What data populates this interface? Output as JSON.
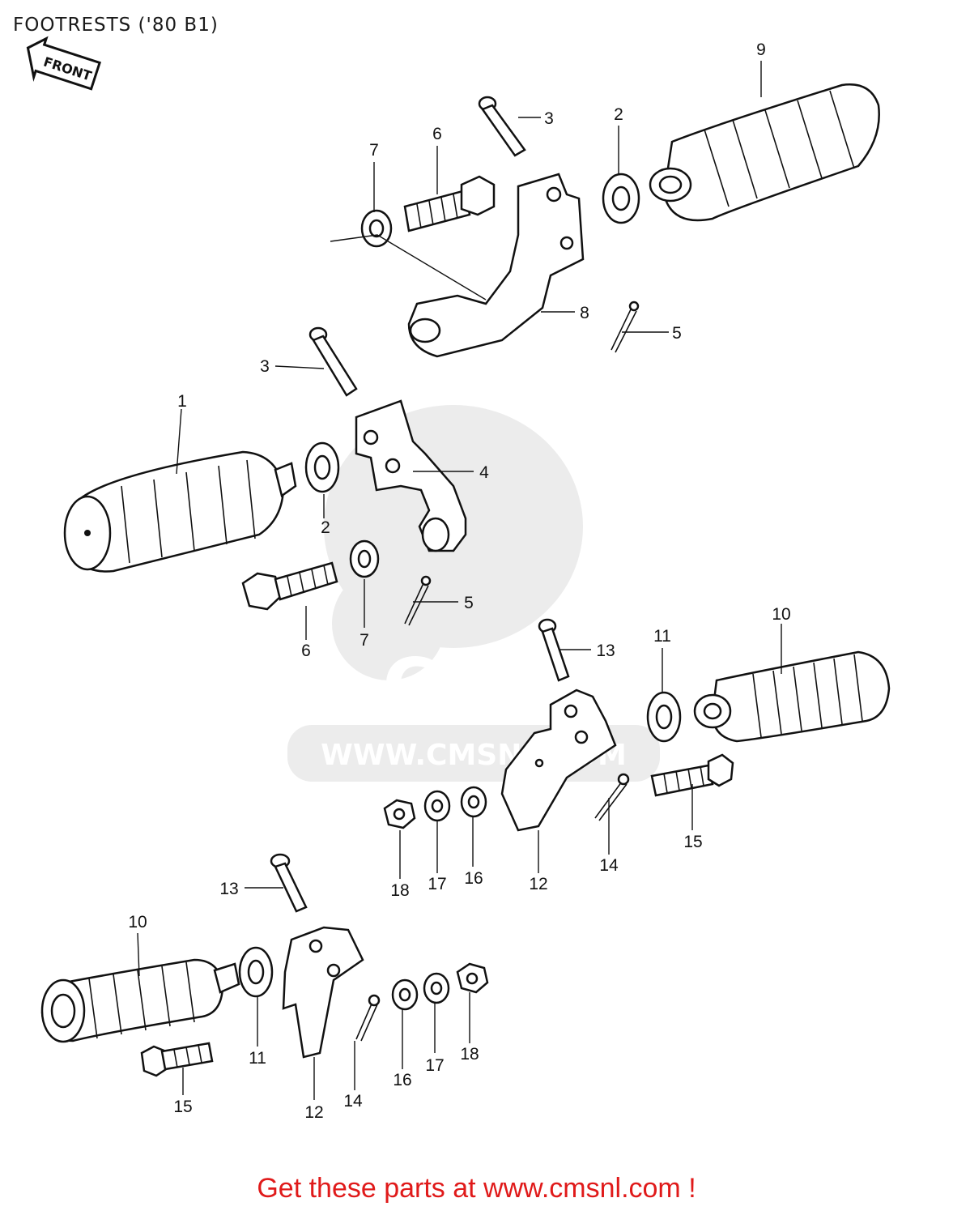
{
  "title": "FOOTRESTS ('80 B1)",
  "front_badge": "FRONT",
  "watermark": {
    "logo": "CMS",
    "url": "WWW.CMSNL.COM"
  },
  "footer": "Get these parts at www.cmsnl.com !",
  "callouts": {
    "c1": "1",
    "c2a": "2",
    "c2b": "2",
    "c3a": "3",
    "c3b": "3",
    "c4": "4",
    "c5a": "5",
    "c5b": "5",
    "c6a": "6",
    "c6b": "6",
    "c7a": "7",
    "c7b": "7",
    "c8": "8",
    "c9": "9",
    "c10a": "10",
    "c10b": "10",
    "c11a": "11",
    "c11b": "11",
    "c12a": "12",
    "c12b": "12",
    "c13a": "13",
    "c13b": "13",
    "c14a": "14",
    "c14b": "14",
    "c15a": "15",
    "c15b": "15",
    "c16a": "16",
    "c16b": "16",
    "c17a": "17",
    "c17b": "17",
    "c18a": "18",
    "c18b": "18"
  },
  "colors": {
    "footer_text": "#e01a1a",
    "line_art": "#111111",
    "watermark": "#ececec"
  }
}
